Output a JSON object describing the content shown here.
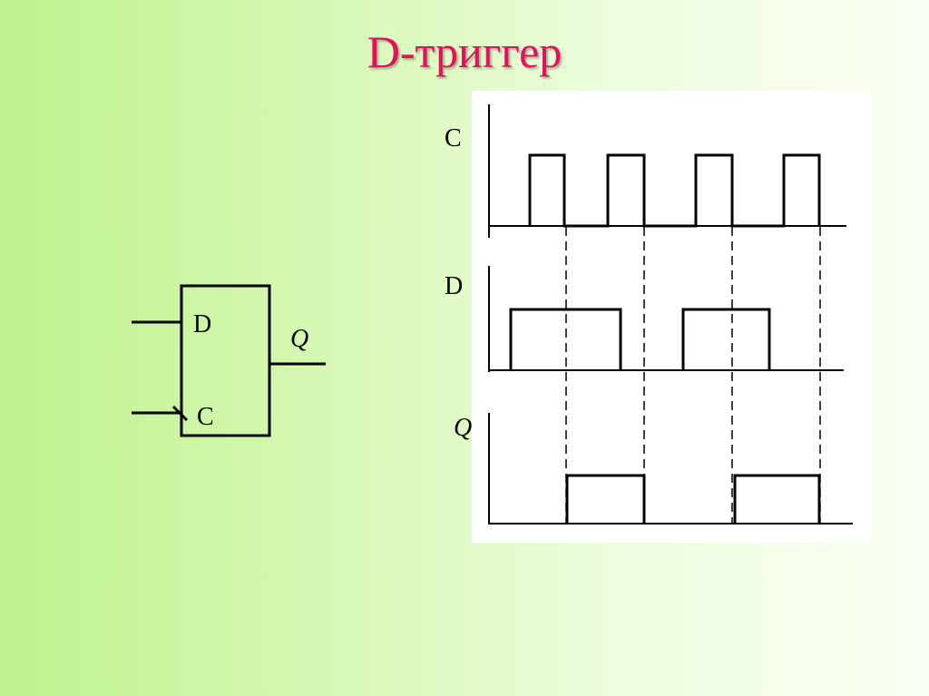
{
  "title": "D-триггер",
  "block": {
    "input_d": "D",
    "input_c": "C",
    "output_q": "Q"
  },
  "timing": {
    "labels": {
      "c": "C",
      "d": "D",
      "q": "Q"
    },
    "colors": {
      "panel": "#ffffff",
      "line": "#000000",
      "title": "#e3105c"
    }
  }
}
